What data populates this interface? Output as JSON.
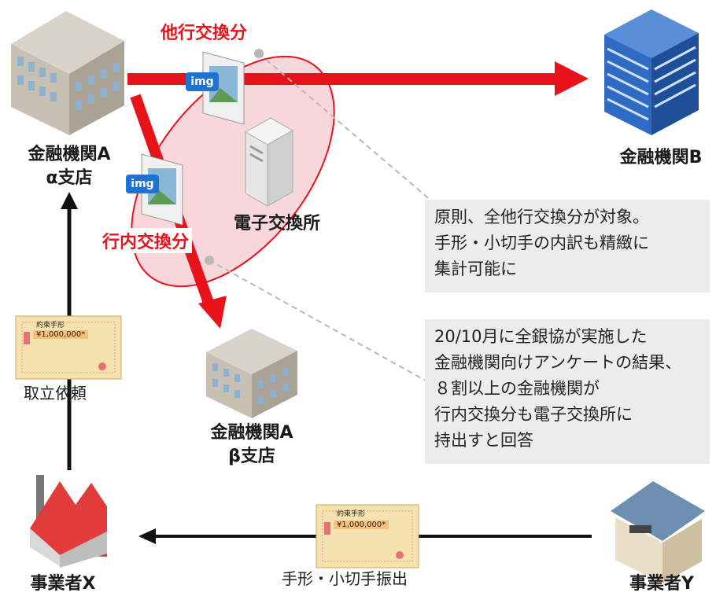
{
  "nodes": {
    "bank_a_alpha": {
      "line1": "金融機関A",
      "line2": "α支店"
    },
    "bank_b": {
      "label": "金融機関B"
    },
    "bank_a_beta": {
      "line1": "金融機関A",
      "line2": "β支店"
    },
    "exchange": {
      "label": "電子交換所"
    },
    "business_x": {
      "label": "事業者X"
    },
    "business_y": {
      "label": "事業者Y"
    }
  },
  "flows": {
    "other_bank": "他行交換分",
    "in_bank": "行内交換分",
    "collection_request": "取立依頼",
    "issue": "手形・小切手振出"
  },
  "image_badge": "img",
  "cheque": {
    "title": "約束手形",
    "amount": "¥1,000,000*"
  },
  "notes": {
    "note1": [
      "原則、全他行交換分が対象。",
      "手形・小切手の内訳も精緻に",
      "集計可能に"
    ],
    "note2": [
      "20/10月に全銀協が実施した",
      "金融機関向けアンケートの結果、",
      "８割以上の金融機関が",
      "行内交換分も電子交換所に",
      "持出すと回答"
    ]
  },
  "colors": {
    "accent": "#e8121b",
    "ellipse_fill": "#f8d7dc",
    "note_bg": "#ececec"
  }
}
